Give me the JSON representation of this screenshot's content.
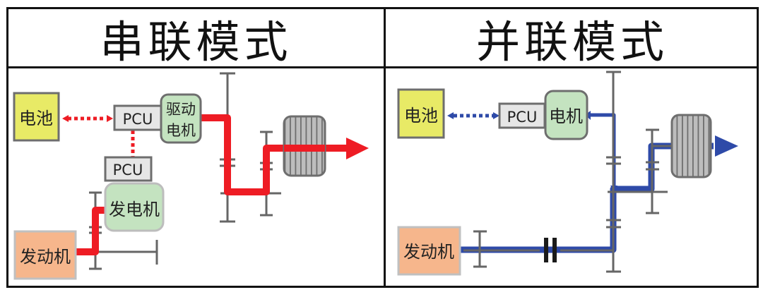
{
  "panels": [
    {
      "title": "串联模式",
      "flow_color": "#ee1c24",
      "components": {
        "battery": "电池",
        "pcu_top": "PCU",
        "drive_motor_line1": "驱动",
        "drive_motor_line2": "电机",
        "pcu_bottom": "PCU",
        "generator": "发电机",
        "engine": "发动机"
      }
    },
    {
      "title": "并联模式",
      "flow_color": "#2e4aa8",
      "components": {
        "battery": "电池",
        "pcu": "PCU",
        "motor": "电机",
        "engine": "发动机"
      }
    }
  ],
  "colors": {
    "battery_fill": "#e8ea66",
    "pcu_fill": "#e6e6e6",
    "motor_fill": "#c4e3c0",
    "engine_fill": "#f6b68c",
    "shaft_gray": "#666666",
    "wheel_fill": "#bdbdbd"
  }
}
